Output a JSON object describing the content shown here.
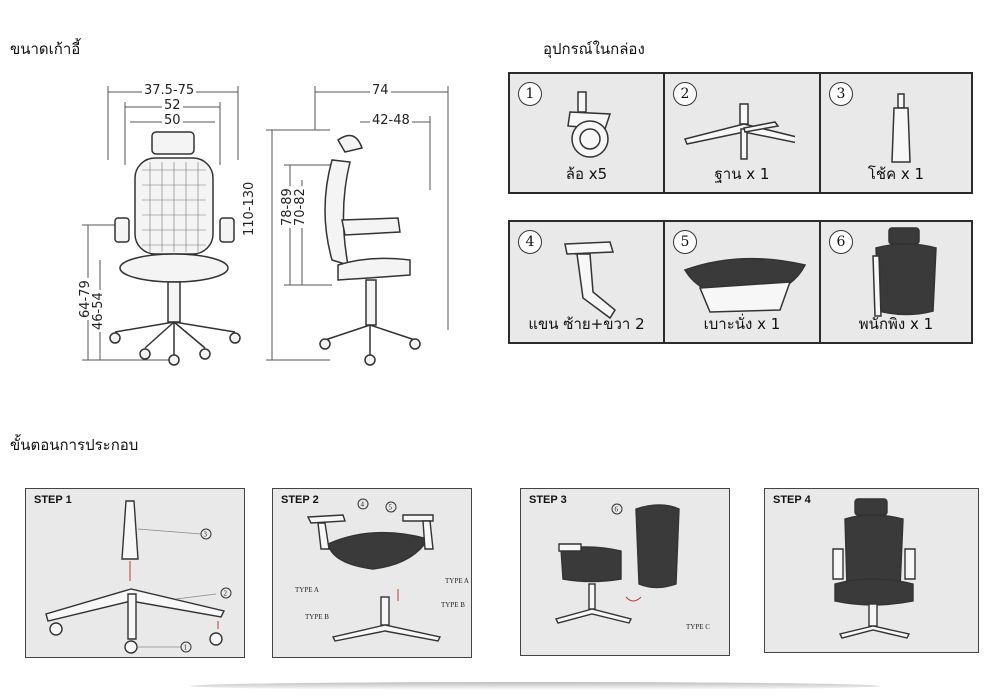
{
  "sections": {
    "dimensions_title": "ขนาดเก้าอี้",
    "box_contents_title": "อุปกรณ์ในกล่อง",
    "assembly_title": "ขั้นตอนการประกอบ"
  },
  "dimensions": {
    "front_width_outer": "37.5-75",
    "front_width_mid": "52",
    "front_width_inner": "50",
    "side_depth_outer": "74",
    "side_depth_inner": "42-48",
    "height_total": "110-130",
    "height_back_a": "78-89",
    "height_back_b": "70-82",
    "height_arm": "64-79",
    "height_seat": "46-54"
  },
  "parts": [
    {
      "num": "1",
      "label": "ล้อ x5",
      "icon": "caster-wheel-icon"
    },
    {
      "num": "2",
      "label": "ฐาน x 1",
      "icon": "chair-base-icon"
    },
    {
      "num": "3",
      "label": "โช้ค x 1",
      "icon": "gas-cylinder-icon"
    },
    {
      "num": "4",
      "label": "แขน ซ้าย+ขวา 2",
      "icon": "armrest-icon"
    },
    {
      "num": "5",
      "label": "เบาะนั่ง x 1",
      "icon": "seat-cushion-icon"
    },
    {
      "num": "6",
      "label": "พนักพิง x 1",
      "icon": "backrest-icon"
    }
  ],
  "steps": [
    {
      "title": "STEP 1",
      "callouts": [
        "3",
        "2",
        "1"
      ]
    },
    {
      "title": "STEP 2",
      "callouts": [
        "4",
        "5",
        "TYPE A",
        "TYPE B",
        "TYPE A",
        "TYPE B"
      ]
    },
    {
      "title": "STEP 3",
      "callouts": [
        "6",
        "TYPE C"
      ]
    },
    {
      "title": "STEP 4",
      "callouts": []
    }
  ],
  "colors": {
    "box_bg": "#e9e9e9",
    "border": "#2b2b2b",
    "line": "#555555"
  }
}
